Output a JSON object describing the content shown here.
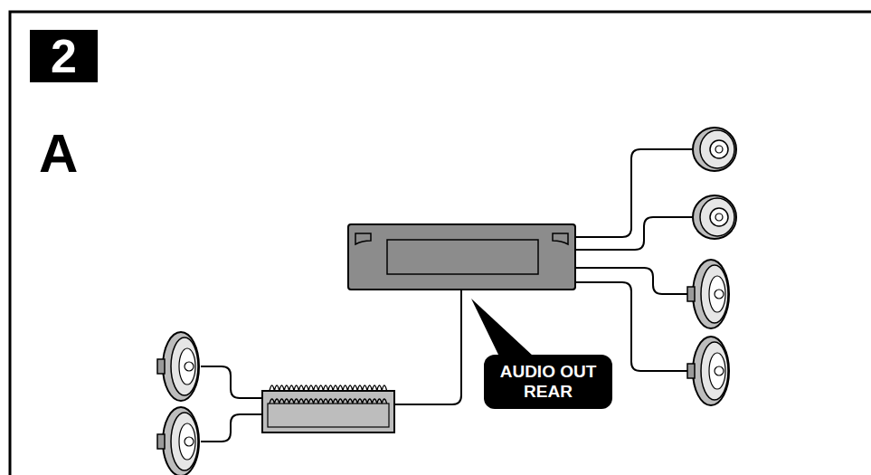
{
  "diagram": {
    "nodes": [
      {
        "text": [
          "2"
        ]
      },
      {
        "text": [
          "AUDIO OUT REAR"
        ]
      }
    ],
    "labels": [
      "A"
    ]
  }
}
